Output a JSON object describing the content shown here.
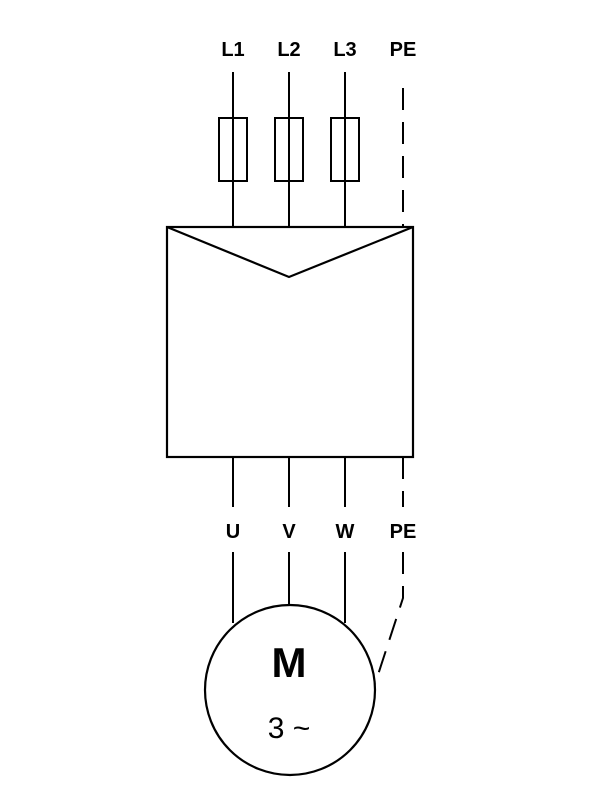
{
  "supply_terminals": {
    "l1": "L1",
    "l2": "L2",
    "l3": "L3",
    "pe": "PE"
  },
  "output_terminals": {
    "u": "U",
    "v": "V",
    "w": "W",
    "pe": "PE"
  },
  "motor": {
    "symbol": "M",
    "phase": "3 ~"
  }
}
